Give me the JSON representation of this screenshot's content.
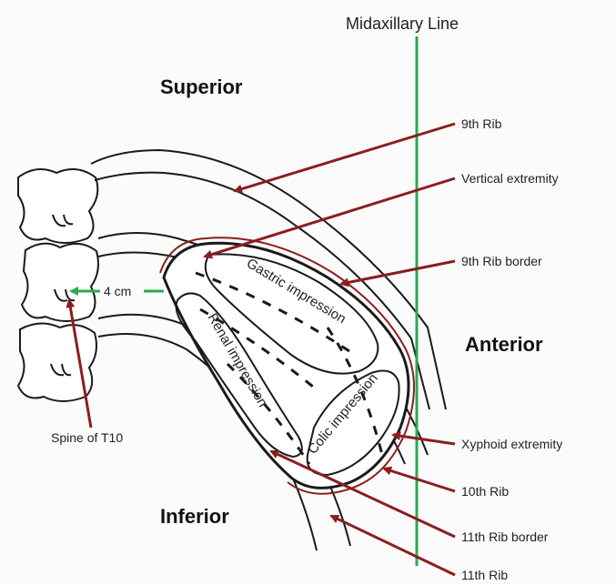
{
  "labels": {
    "midaxillary": "Midaxillary Line",
    "superior": "Superior",
    "anterior": "Anterior",
    "inferior": "Inferior",
    "rib9": "9th Rib",
    "vertical_extremity": "Vertical extremity",
    "rib9_border": "9th Rib border",
    "xyphoid": "Xyphoid extremity",
    "rib10": "10th Rib",
    "rib11_border": "11th Rib border",
    "rib11": "11th Rib",
    "spine": "Spine of T10",
    "distance": "4 cm",
    "gastric": "Gastric impression",
    "renal": "Renal impression",
    "colic": "Colic impression"
  },
  "colors": {
    "arrow": "#8b1e1e",
    "midline": "#2fa84f",
    "distance": "#2fa84f",
    "outline": "#1a1a1a"
  }
}
